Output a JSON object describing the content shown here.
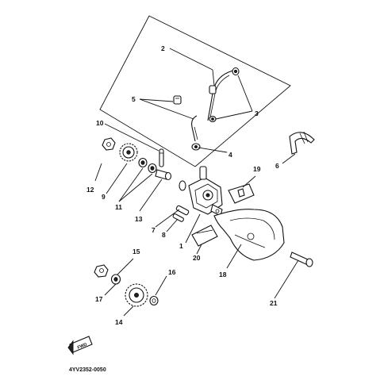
{
  "callouts": {
    "c1": "1",
    "c2": "2",
    "c3": "3",
    "c4": "4",
    "c5": "5",
    "c6": "6",
    "c7": "7",
    "c8": "8",
    "c9": "9",
    "c10": "10",
    "c11": "11",
    "c12": "12",
    "c13": "13",
    "c14": "14",
    "c15": "15",
    "c16": "16",
    "c17": "17",
    "c18": "18",
    "c19": "19",
    "c20": "20",
    "c21": "21"
  },
  "fwd_label": "FWD",
  "diagram_code": "4YV2352-0050"
}
